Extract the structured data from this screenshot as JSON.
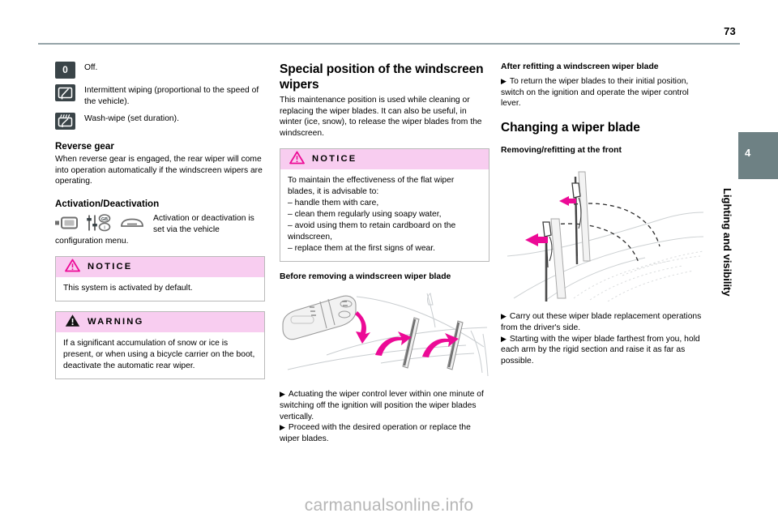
{
  "document": {
    "page_number": "73",
    "footer_watermark": "carmanualsonline.info"
  },
  "side_tab": {
    "chapter_number": "4",
    "chapter_label": "Lighting and visibility"
  },
  "left_column": {
    "legend": [
      {
        "icon": "rear-wiper-off-icon",
        "glyph_text": "0",
        "text": "Off."
      },
      {
        "icon": "intermittent-wiping-icon",
        "glyph_text": "",
        "text": "Intermittent wiping (proportional to the speed of the vehicle)."
      },
      {
        "icon": "wash-wipe-icon",
        "glyph_text": "",
        "text": "Wash-wipe (set duration)."
      }
    ],
    "reverse_gear": {
      "heading": "Reverse gear",
      "body": "When reverse gear is engaged, the rear wiper will come into operation automatically if the windscreen wipers are operating."
    },
    "activation": {
      "heading": "Activation/Deactivation",
      "icons": [
        "display-screen-icon",
        "settings-sliders-icon",
        "vehicle-front-icon"
      ],
      "text_inline": "Activation or deactivation is set via the vehicle",
      "text_wrap": "configuration menu."
    },
    "notice": {
      "icon": "notice-triangle-icon",
      "title": "NOTICE",
      "body": "This system is activated by default."
    },
    "warning": {
      "icon": "warning-triangle-icon",
      "title": "WARNING",
      "body": "If a significant accumulation of snow or ice is present, or when using a bicycle carrier on the boot, deactivate the automatic rear wiper."
    }
  },
  "middle_column": {
    "heading": "Special position of the windscreen wipers",
    "intro": "This maintenance position is used while cleaning or replacing the wiper blades. It can also be useful, in winter (ice, snow), to release the wiper blades from the windscreen.",
    "notice": {
      "icon": "notice-triangle-icon",
      "title": "NOTICE",
      "intro": "To maintain the effectiveness of the flat wiper blades, it is advisable to:",
      "items": [
        "– handle them with care,",
        "– clean them regularly using soapy water,",
        "– avoid using them to retain cardboard on the windscreen,",
        "– replace them at the first signs of wear."
      ]
    },
    "before_removing": {
      "heading": "Before removing a windscreen wiper blade",
      "figure": "wiper-lever-windscreen-illustration",
      "steps": [
        "Actuating the wiper control lever within one minute of switching off the ignition will position the wiper blades vertically.",
        "Proceed with the desired operation or replace the wiper blades."
      ]
    }
  },
  "right_column": {
    "after_refitting": {
      "heading": "After refitting a windscreen wiper blade",
      "steps": [
        "To return the wiper blades to their initial position, switch on the ignition and operate the wiper control lever."
      ]
    },
    "changing": {
      "heading": "Changing a wiper blade",
      "subheading": "Removing/refitting at the front",
      "figure": "raised-wiper-arms-illustration",
      "steps": [
        "Carry out these wiper blade replacement operations from the driver's side.",
        "Starting with the wiper blade farthest from you, hold each arm by the rigid section and raise it as far as possible."
      ]
    }
  },
  "colors": {
    "rule": "#96a4a8",
    "tab": "#6e8184",
    "notice_band": "#f8cdf0",
    "accent_magenta": "#ec0a96",
    "icon_dark": "#3a4448",
    "watermark": "#b6b6b6"
  }
}
